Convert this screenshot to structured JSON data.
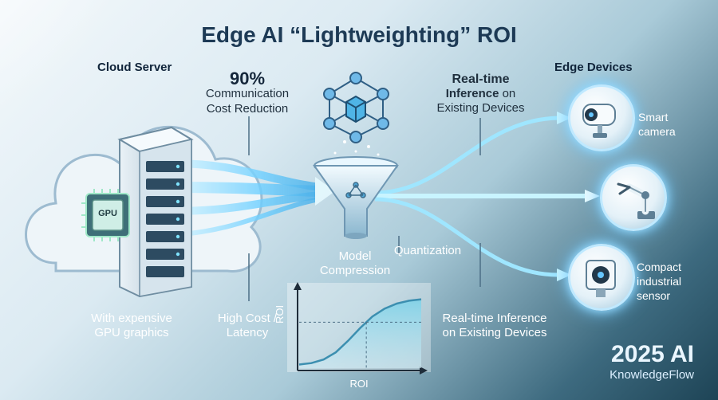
{
  "title": "Edge AI “Lightweighting” ROI",
  "cloud": {
    "heading": "Cloud Server",
    "chip_label": "GPU",
    "caption_line1": "With expensive",
    "caption_line2": "GPU graphics"
  },
  "communication": {
    "percent": "90%",
    "line1": "Communication",
    "line2": "Cost Reduction"
  },
  "cost": {
    "line1": "High Cost /",
    "line2": "Latency"
  },
  "compression": {
    "line1": "Model",
    "line2": "Compression"
  },
  "quantization": "Quantization",
  "realtime_top": {
    "line1": "Real-time",
    "line2": "Inference",
    "line2_suffix": "on",
    "line3": "Existing Devices"
  },
  "realtime_bottom": {
    "line1": "Real-time Inference",
    "line2": "on Existing Devices"
  },
  "edge": {
    "heading": "Edge Devices",
    "devices": [
      {
        "line1": "Smart",
        "line2": "camera",
        "icon": "camera-icon"
      },
      {
        "line1": "",
        "line2": "",
        "icon": "robot-arm-icon"
      },
      {
        "line1": "Compact",
        "line2": "industrial",
        "line3": "sensor",
        "icon": "sensor-icon"
      }
    ]
  },
  "chart_data": {
    "type": "line",
    "title": "",
    "xlabel": "ROI",
    "ylabel": "ROI",
    "x": [
      0,
      0.1,
      0.2,
      0.3,
      0.4,
      0.5,
      0.6,
      0.7,
      0.8,
      0.9,
      1.0
    ],
    "series": [
      {
        "values": [
          0.05,
          0.07,
          0.12,
          0.22,
          0.38,
          0.56,
          0.72,
          0.83,
          0.9,
          0.94,
          0.96
        ]
      }
    ],
    "xlim": [
      0,
      1
    ],
    "ylim": [
      0,
      1
    ],
    "grid": false,
    "marker_x": 0.55
  },
  "brand": {
    "year": "2025 AI",
    "name": "KnowledgeFlow"
  },
  "colors": {
    "title": "#1d3a55",
    "stream": "#7fd8ff",
    "glow": "#b8f0ff",
    "dark": "#1e4456"
  }
}
